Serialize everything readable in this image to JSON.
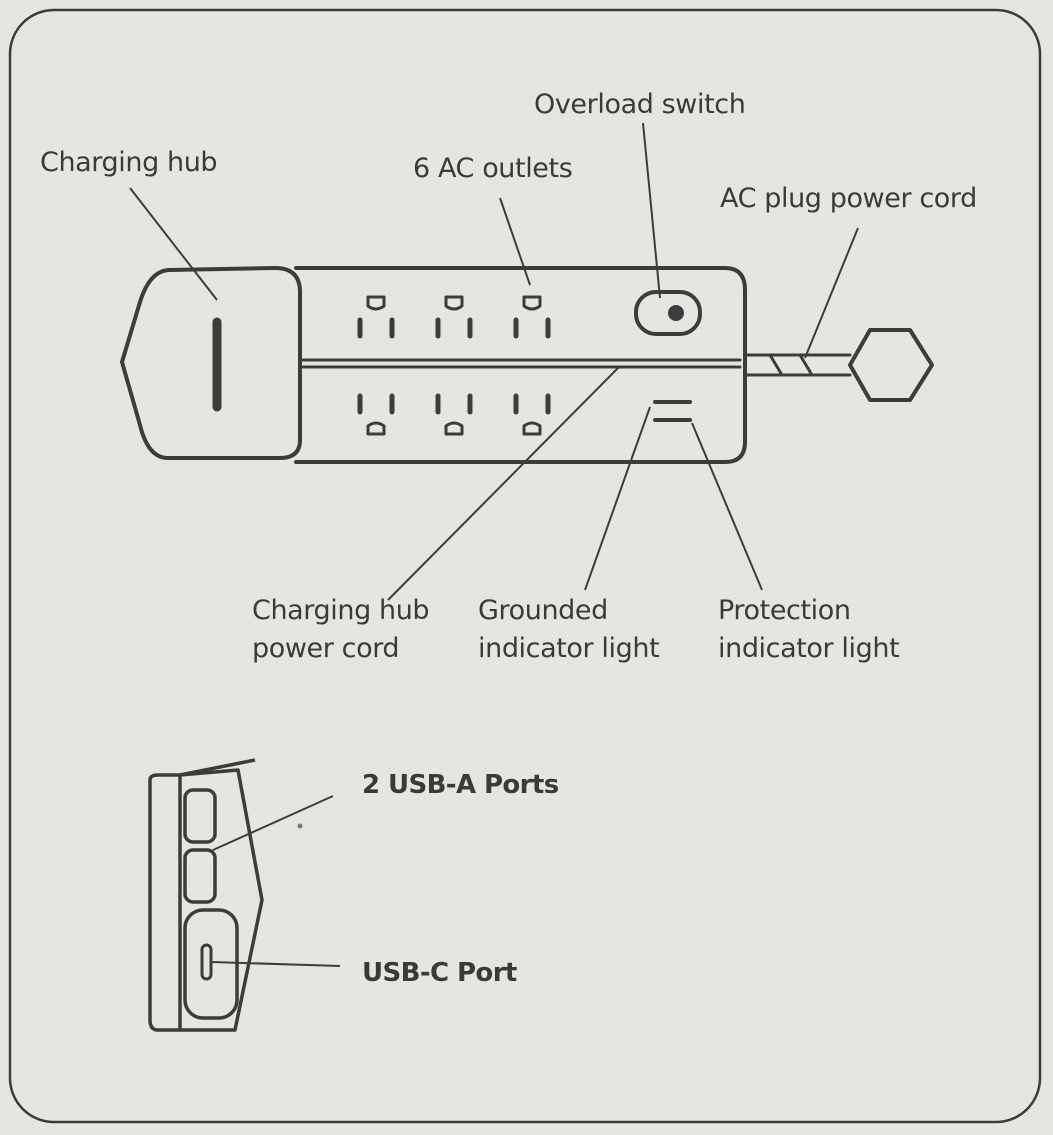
{
  "labels": {
    "overload_switch": "Overload switch",
    "charging_hub": "Charging hub",
    "ac_outlets": "6 AC outlets",
    "ac_plug_cord": "AC plug power cord",
    "hub_cord_line1": "Charging hub",
    "hub_cord_line2": "power cord",
    "grounded_line1": "Grounded",
    "grounded_line2": "indicator light",
    "protection_line1": "Protection",
    "protection_line2": "indicator light",
    "usb_a": "2 USB-A Ports",
    "usb_c": "USB-C Port"
  },
  "colors": {
    "background": "#e6e6e1",
    "line": "#3c3c3c",
    "text": "#3a3a3a"
  }
}
